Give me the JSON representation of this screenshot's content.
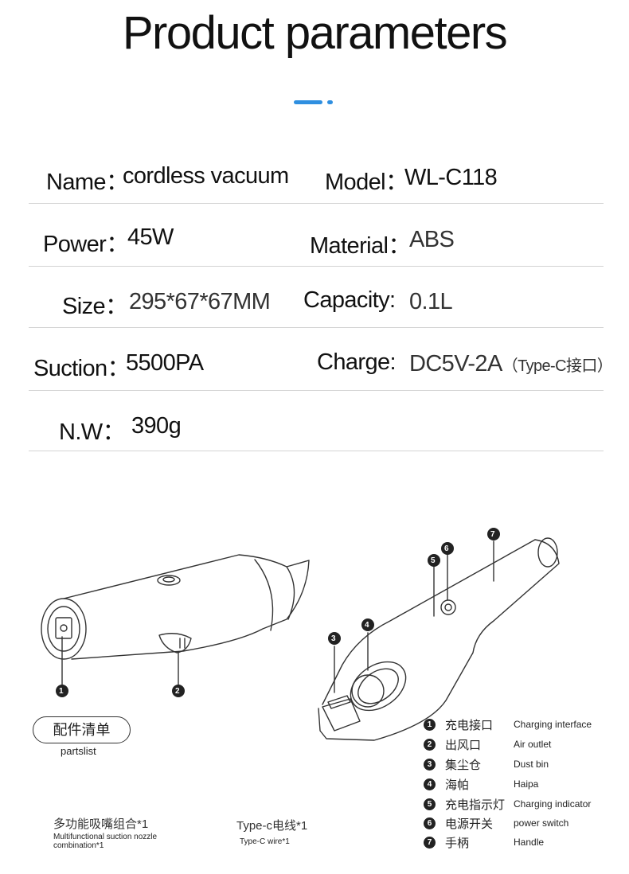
{
  "header": {
    "title": "Product parameters",
    "accent_color": "#2f8fe0"
  },
  "params": [
    {
      "label": "Name：",
      "value": "cordless vacuum"
    },
    {
      "label": "Model：",
      "value": "WL-C118"
    },
    {
      "label": "Power：",
      "value": "45W"
    },
    {
      "label": "Material：",
      "value": "ABS"
    },
    {
      "label": "Size：",
      "value": "295*67*67MM"
    },
    {
      "label": "Capacity:",
      "value": "0.1L"
    },
    {
      "label": "Suction：",
      "value": "5500PA"
    },
    {
      "label": "Charge:",
      "value": "DC5V-2A",
      "value_suffix": "（Type-C接口）"
    },
    {
      "label": "N.W：",
      "value": "390g"
    }
  ],
  "callouts": [
    "1",
    "2",
    "3",
    "4",
    "5",
    "6",
    "7"
  ],
  "parts": {
    "pill_label": "配件清单",
    "pill_sub": "partslist",
    "items": [
      {
        "cn": "多功能吸嘴组合*1",
        "en": "Multifunctional suction nozzle combination*1"
      },
      {
        "cn": "Type-c电线*1",
        "en": "Type-C wire*1"
      }
    ]
  },
  "legend": [
    {
      "num": "1",
      "cn": "充电接口",
      "en": "Charging interface"
    },
    {
      "num": "2",
      "cn": "出风口",
      "en": "Air outlet"
    },
    {
      "num": "3",
      "cn": "集尘仓",
      "en": "Dust bin"
    },
    {
      "num": "4",
      "cn": "海帕",
      "en": "Haipa"
    },
    {
      "num": "5",
      "cn": "充电指示灯",
      "en": "Charging indicator"
    },
    {
      "num": "6",
      "cn": "电源开关",
      "en": "power switch"
    },
    {
      "num": "7",
      "cn": "手柄",
      "en": "Handle"
    }
  ]
}
